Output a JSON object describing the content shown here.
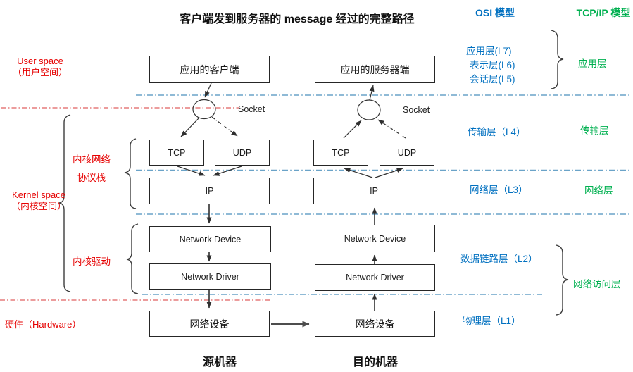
{
  "title": "客户端发到服务器的 message 经过的完整路径",
  "headers": {
    "osi": "OSI 模型",
    "tcpip": "TCP/IP 模型"
  },
  "left_labels": {
    "user_space_line1": "User space",
    "user_space_line2": "（用户空间）",
    "kernel_net_line1": "内核网络",
    "kernel_net_line2": "协议栈",
    "kernel_space_line1": "Kernel space",
    "kernel_space_line2": "（内核空间）",
    "kernel_driver": "内核驱动",
    "hardware": "硬件（Hardware）"
  },
  "source": {
    "app": "应用的客户端",
    "socket": "Socket",
    "tcp": "TCP",
    "udp": "UDP",
    "ip": "IP",
    "net_device": "Network Device",
    "net_driver": "Network Driver",
    "hw_device": "网络设备",
    "machine": "源机器"
  },
  "dest": {
    "app": "应用的服务器端",
    "socket": "Socket",
    "tcp": "TCP",
    "udp": "UDP",
    "ip": "IP",
    "net_device": "Network Device",
    "net_driver": "Network Driver",
    "hw_device": "网络设备",
    "machine": "目的机器"
  },
  "osi_layers": {
    "l7": "应用层(L7)",
    "l6": "表示层(L6)",
    "l5": "会话层(L5)",
    "l4": "传输层（L4）",
    "l3": "网络层（L3）",
    "l2": "数据链路层（L2）",
    "l1": "物理层（L1）"
  },
  "tcpip_layers": {
    "application": "应用层",
    "transport": "传输层",
    "network": "网络层",
    "network_access": "网络访问层"
  },
  "colors": {
    "red_text": "#e60000",
    "blue_text": "#0070c0",
    "green_text": "#00b050",
    "line_blue": "#6aa3c8",
    "line_red": "#e06060",
    "box_border": "#262626"
  }
}
